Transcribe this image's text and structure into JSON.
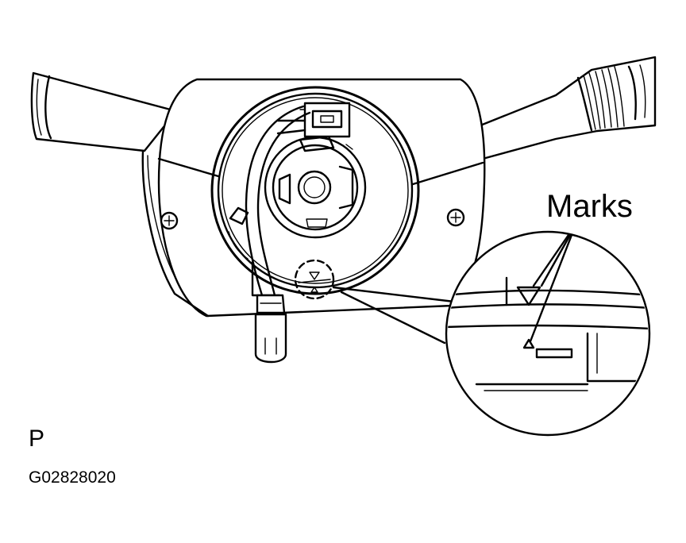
{
  "labels": {
    "marks": "Marks",
    "view_letter": "P",
    "figure_code": "G02828020"
  },
  "colors": {
    "line": "#000000",
    "background": "#ffffff"
  }
}
